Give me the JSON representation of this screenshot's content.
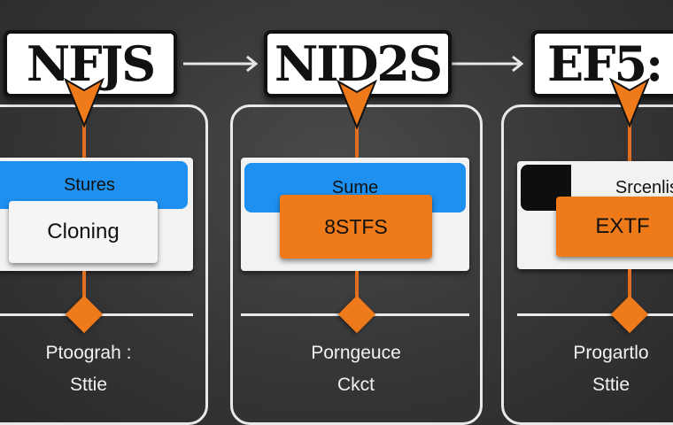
{
  "colors": {
    "orange": "#ef7a1a",
    "blue": "#1e90ef",
    "black": "#111111",
    "panel_border": "#e9e9e9",
    "background": "#383838"
  },
  "stages": [
    {
      "title": "NFJS",
      "bar_label": "Stures",
      "box_label": "Cloning",
      "caption_line1": "Ptoograh :",
      "caption_line2": "Sttie"
    },
    {
      "title": "NID2S",
      "bar_label": "Sume",
      "box_label": "8STFS",
      "caption_line1": "Porngeuce",
      "caption_line2": "Ckct"
    },
    {
      "title": "EF5:",
      "bar_label": "Srcenlis",
      "box_label": "EXTF",
      "caption_line1": "Progartlo",
      "caption_line2": "Sttie"
    }
  ],
  "connector_icons": [
    "arrow-right-icon",
    "arrow-right-icon"
  ]
}
